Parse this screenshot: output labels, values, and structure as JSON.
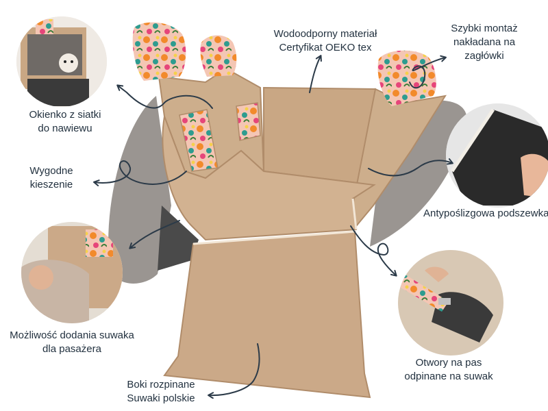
{
  "labels": {
    "mesh_window": {
      "line1": "Okienko z siatki",
      "line2": "do nawiewu"
    },
    "pockets": {
      "line1": "Wygodne",
      "line2": "kieszenie"
    },
    "zipper_passenger": {
      "line1": "Możliwość dodania suwaka",
      "line2": "dla pasażera"
    },
    "sides": {
      "line1": "Boki rozpinane",
      "line2": "Suwaki polskie"
    },
    "material": {
      "line1": "Wodoodporny materiał",
      "line2": "Certyfikat OEKO tex"
    },
    "mounting": {
      "line1": "Szybki montaż",
      "line2": "nakładana na",
      "line3": "zagłówki"
    },
    "antislip": {
      "line1": "Antypoślizgowa podszewka"
    },
    "belt_openings": {
      "line1": "Otwory na pas",
      "line2": "odpinane na suwak"
    }
  },
  "colors": {
    "text": "#22313f",
    "fabric": "#cfae8c",
    "fabric_dark": "#b89574",
    "seat_grey": "#8f8a86",
    "floral_base": "#f3b9a8",
    "arrow": "#2b3a48"
  },
  "photos": [
    {
      "name": "dog-in-car-photo",
      "subject": "dog"
    },
    {
      "name": "antislip-lining-photo",
      "subject": "hand"
    },
    {
      "name": "passenger-zipper-photo",
      "subject": "passenger"
    },
    {
      "name": "seatbelt-opening-photo",
      "subject": "seatbelt"
    }
  ]
}
